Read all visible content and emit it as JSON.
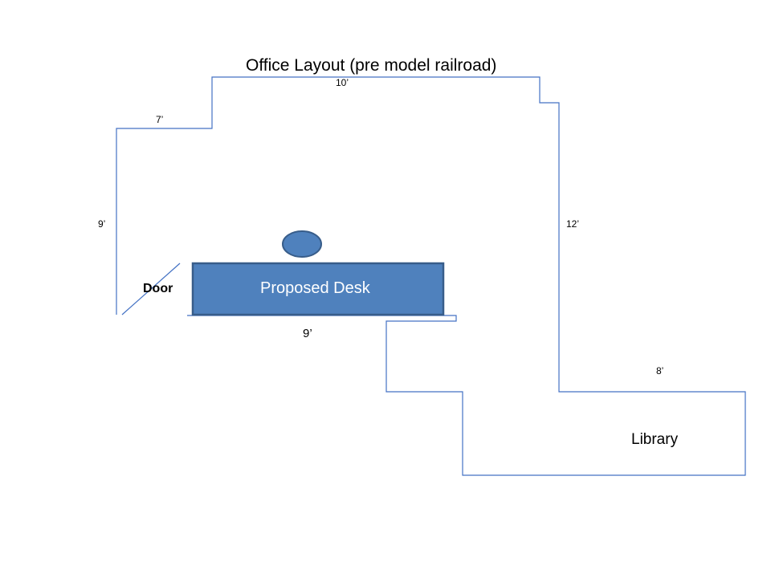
{
  "title": "Office Layout (pre model railroad)",
  "dimensions": {
    "top_wall": "10’",
    "upper_left_wall": "7’",
    "left_wall": "9’",
    "right_wall": "12’",
    "bottom_wall": "9’",
    "library_wall": "8’"
  },
  "labels": {
    "door": "Door",
    "desk": "Proposed Desk",
    "library": "Library"
  },
  "colors": {
    "wall_stroke": "#4472C4",
    "desk_fill": "#4F81BD",
    "desk_stroke": "#385D8A",
    "chair_fill": "#4F81BD"
  }
}
